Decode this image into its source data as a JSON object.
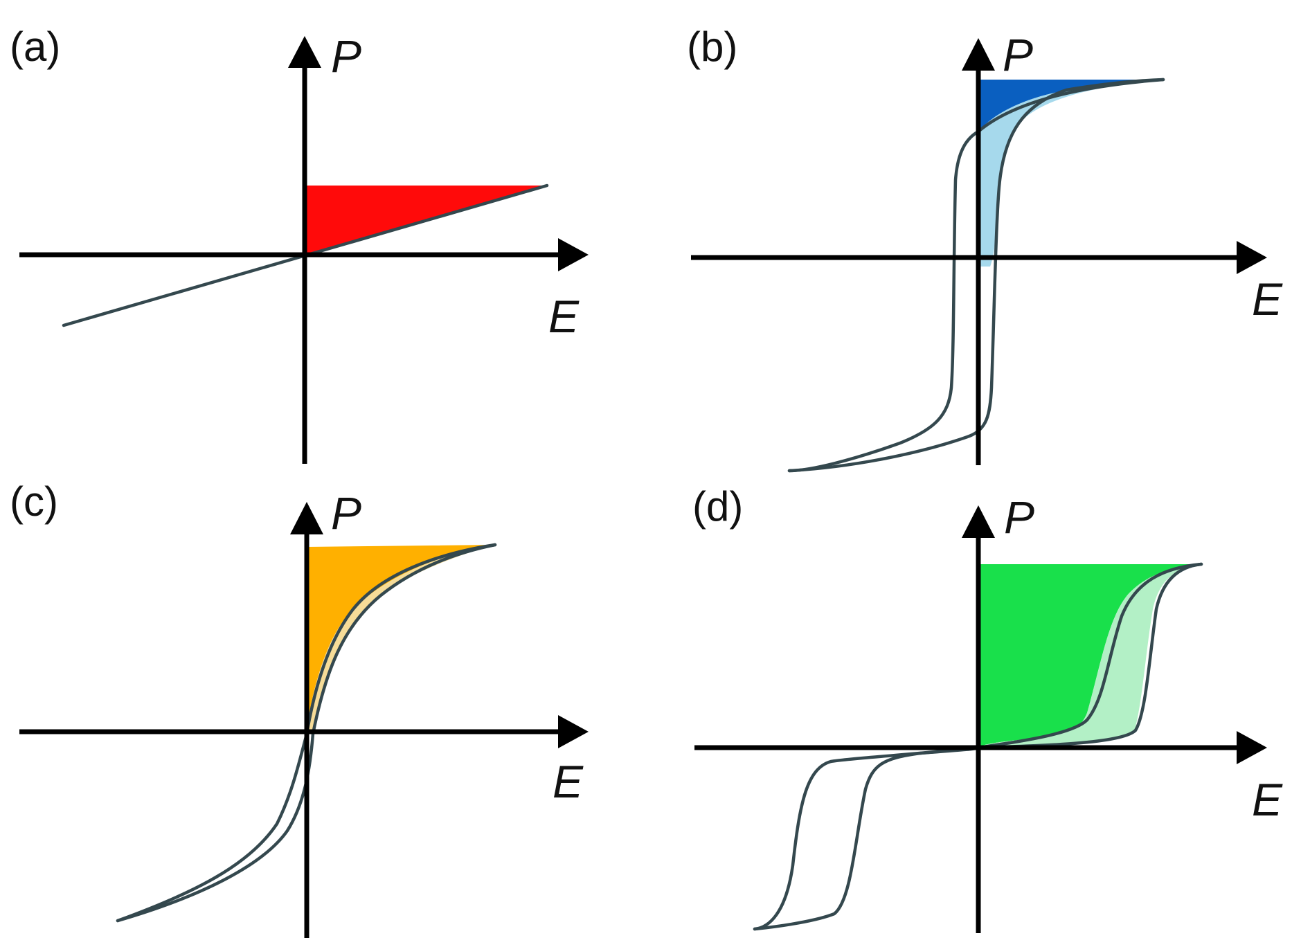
{
  "panels": [
    {
      "id": "a",
      "label": "(a)",
      "y_axis_label": "P",
      "x_axis_label": "E",
      "fill_color": "#ff0a0a",
      "loss_color": null
    },
    {
      "id": "b",
      "label": "(b)",
      "y_axis_label": "P",
      "x_axis_label": "E",
      "fill_color": "#0a5fc0",
      "loss_color": "#a6d9ec"
    },
    {
      "id": "c",
      "label": "(c)",
      "y_axis_label": "P",
      "x_axis_label": "E",
      "fill_color": "#ffb000",
      "loss_color": "#f6dc98"
    },
    {
      "id": "d",
      "label": "(d)",
      "y_axis_label": "P",
      "x_axis_label": "E",
      "fill_color": "#19e04b",
      "loss_color": "#b3f0c6"
    }
  ],
  "line_color": "#34484e",
  "axis_color": "#000000"
}
